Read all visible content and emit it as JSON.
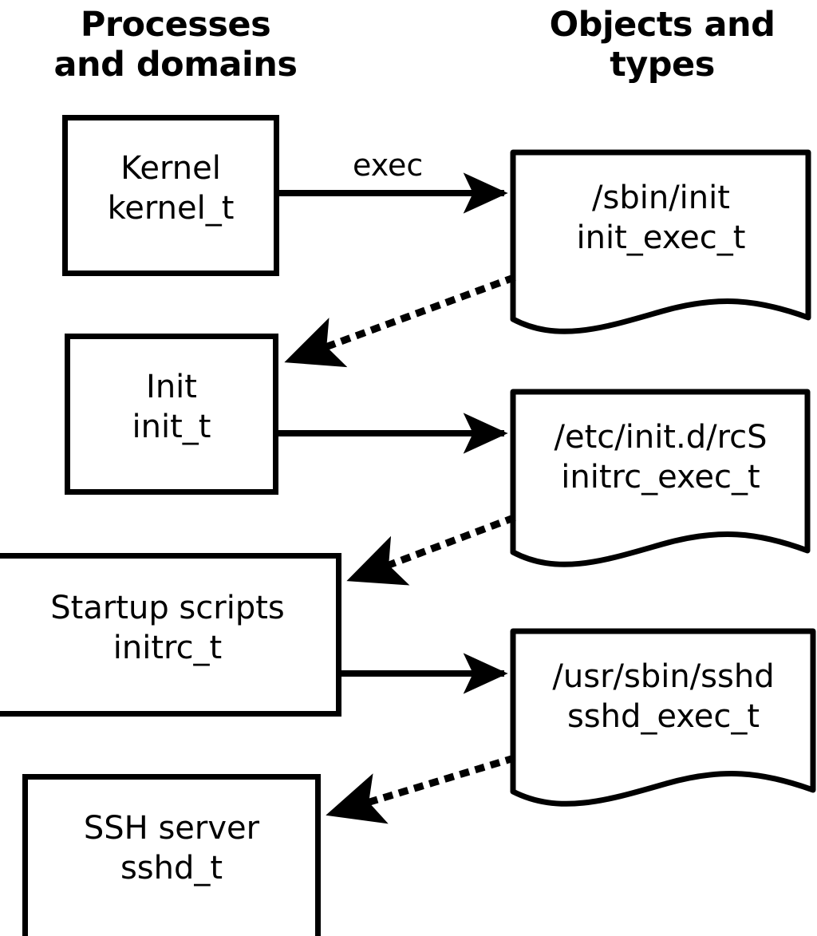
{
  "headers": {
    "left": "Processes\nand domains",
    "right": "Objects and\ntypes"
  },
  "colors": {
    "stroke": "#000000",
    "fill": "#ffffff",
    "background": "#ffffff"
  },
  "process_nodes": [
    {
      "id": "kernel",
      "title": "Kernel",
      "type": "kernel_t",
      "label": "Kernel\nkernel_t"
    },
    {
      "id": "init",
      "title": "Init",
      "type": "init_t",
      "label": "Init\ninit_t"
    },
    {
      "id": "initrc",
      "title": "Startup scripts",
      "type": "initrc_t",
      "label": "Startup scripts\ninitrc_t"
    },
    {
      "id": "sshd",
      "title": "SSH server",
      "type": "sshd_t",
      "label": "SSH server\nsshd_t"
    }
  ],
  "object_nodes": [
    {
      "id": "init_exec",
      "path": "/sbin/init",
      "type": "init_exec_t",
      "label": "/sbin/init\ninit_exec_t"
    },
    {
      "id": "initrc_exec",
      "path": "/etc/init.d/rcS",
      "type": "initrc_exec_t",
      "label": "/etc/init.d/rcS\ninitrc_exec_t"
    },
    {
      "id": "sshd_exec",
      "path": "/usr/sbin/sshd",
      "type": "sshd_exec_t",
      "label": "/usr/sbin/sshd\nsshd_exec_t"
    }
  ],
  "edges": [
    {
      "id": "exec-kernel-init",
      "from": "kernel",
      "to": "init_exec",
      "style": "solid",
      "label": "exec"
    },
    {
      "id": "transition-init",
      "from": "init_exec",
      "to": "init",
      "style": "dotted",
      "label": ""
    },
    {
      "id": "exec-init-initrc",
      "from": "init",
      "to": "initrc_exec",
      "style": "solid",
      "label": ""
    },
    {
      "id": "transition-initrc",
      "from": "initrc_exec",
      "to": "initrc",
      "style": "dotted",
      "label": ""
    },
    {
      "id": "exec-initrc-sshd",
      "from": "initrc",
      "to": "sshd_exec",
      "style": "solid",
      "label": ""
    },
    {
      "id": "transition-sshd",
      "from": "sshd_exec",
      "to": "sshd",
      "style": "dotted",
      "label": ""
    }
  ],
  "edge_labels": {
    "exec": "exec"
  }
}
